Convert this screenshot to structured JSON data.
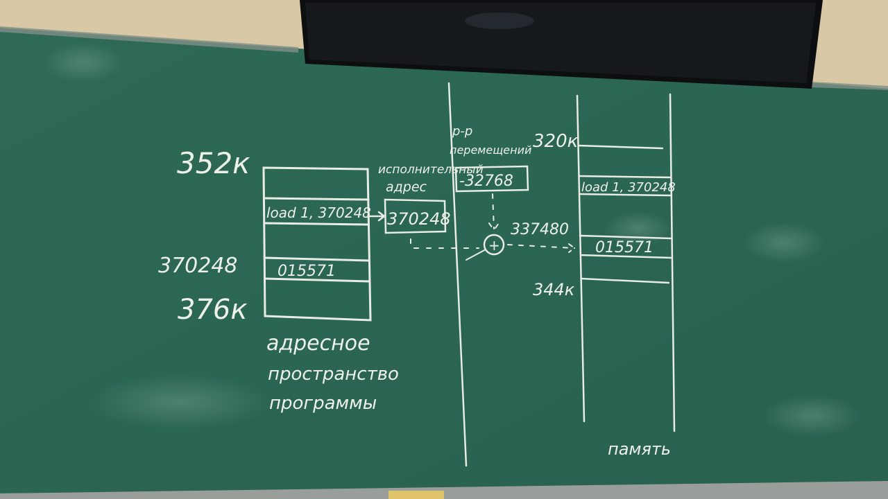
{
  "board": {
    "program_space": {
      "top_label": "352к",
      "row_load": "load 1, 370248",
      "address_label": "370248",
      "row_value": "015571",
      "bottom_label": "376к",
      "caption_line1": "адресное",
      "caption_line2": "пространство",
      "caption_line3": "программы"
    },
    "exec_address": {
      "title_line1": "исполнительный",
      "title_line2": "адрес",
      "value": "370248"
    },
    "relocation_register": {
      "title_line1": "р-р",
      "title_line2": "перемещений",
      "value": "-32768"
    },
    "adder": {
      "symbol": "+",
      "result": "337480"
    },
    "memory": {
      "top_label": "320к",
      "row_load": "load 1, 370248",
      "row_value": "015571",
      "bottom_label": "344к",
      "caption": "память"
    }
  },
  "colors": {
    "board": "#2f6b57",
    "chalk": "#eef1ea",
    "wall": "#d9c9a8",
    "tv": "#0d0f10"
  }
}
